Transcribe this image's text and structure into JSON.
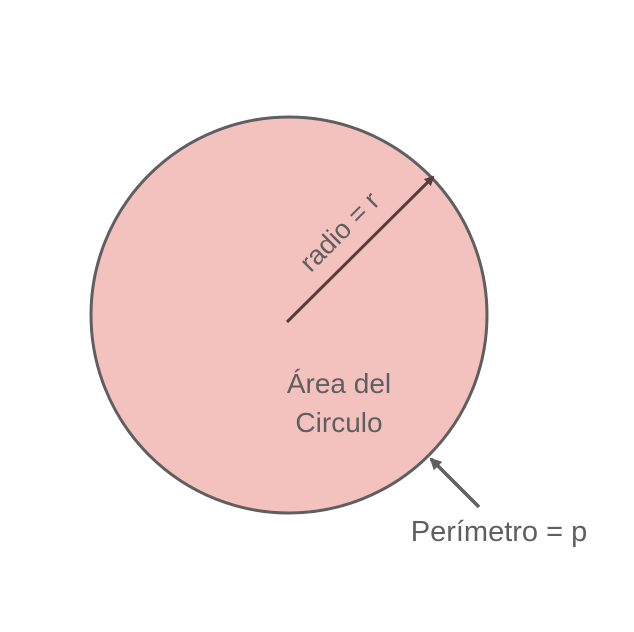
{
  "diagram": {
    "radius_label": "radio = r",
    "area_label_line1": "Área del",
    "area_label_line2": "Circulo",
    "perimeter_label": "Perímetro = p"
  },
  "colors": {
    "circle_fill": "#f4c2be",
    "circle_stroke": "#5f5f5f",
    "radius_arrow": "#5a3a3a",
    "pointer_arrow": "#5f5f5f",
    "text": "#5f5f5f",
    "background": "#ffffff"
  }
}
